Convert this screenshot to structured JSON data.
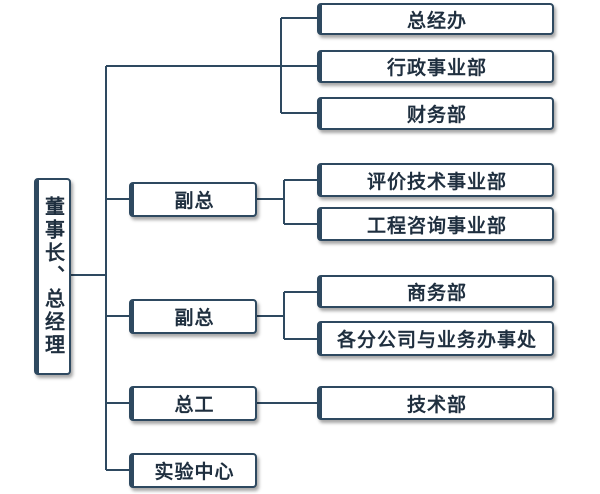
{
  "root": {
    "label": "董事长、总经理"
  },
  "direct_units": [
    "总经办",
    "行政事业部",
    "财务部"
  ],
  "deputy_1": {
    "label": "副总",
    "units": [
      "评价技术事业部",
      "工程咨询事业部"
    ]
  },
  "deputy_2": {
    "label": "副总",
    "units": [
      "商务部",
      "各分公司与业务办事处"
    ]
  },
  "chief_engineer": {
    "label": "总工",
    "units": [
      "技术部"
    ]
  },
  "lab": {
    "label": "实验中心"
  },
  "colors": {
    "line": "#2e4960",
    "border": "#2e4960",
    "text": "#1f2f3f"
  }
}
